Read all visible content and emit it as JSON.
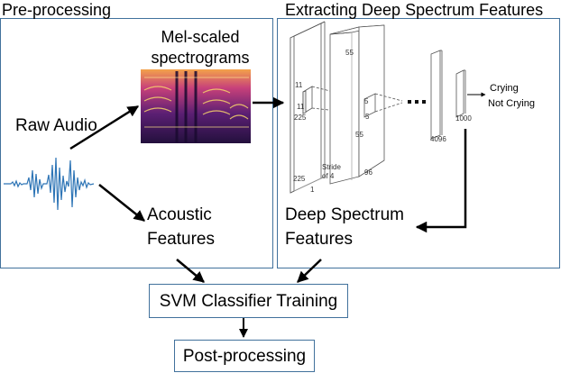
{
  "preprocessing": {
    "title": "Pre-processing",
    "spectrogram_label_line1": "Mel-scaled",
    "spectrogram_label_line2": "spectrograms",
    "raw_audio": "Raw Audio",
    "acoustic_line1": "Acoustic",
    "acoustic_line2": "Features"
  },
  "extraction": {
    "title": "Extracting Deep Spectrum Features",
    "deep_line1": "Deep Spectrum",
    "deep_line2": "Features",
    "cnn": {
      "layer1_dim_a": "225",
      "layer1_dim_b": "225",
      "layer1_depth": "1",
      "kernel1_a": "11",
      "kernel1_b": "11",
      "layer2_dim_a": "55",
      "layer2_dim_b": "55",
      "layer2_depth": "96",
      "stride_line1": "Stride",
      "stride_line2": "of 4",
      "kernel2_a": "5",
      "kernel2_b": "5",
      "fc1": "4096",
      "fc2": "1000",
      "output_a": "Crying",
      "output_b": "Not Crying"
    }
  },
  "svm": {
    "label": "SVM Classifier Training"
  },
  "post": {
    "label": "Post-processing"
  },
  "colors": {
    "box_border": "#41719c",
    "arrow": "#000000",
    "waveform": "#2e75b6"
  }
}
